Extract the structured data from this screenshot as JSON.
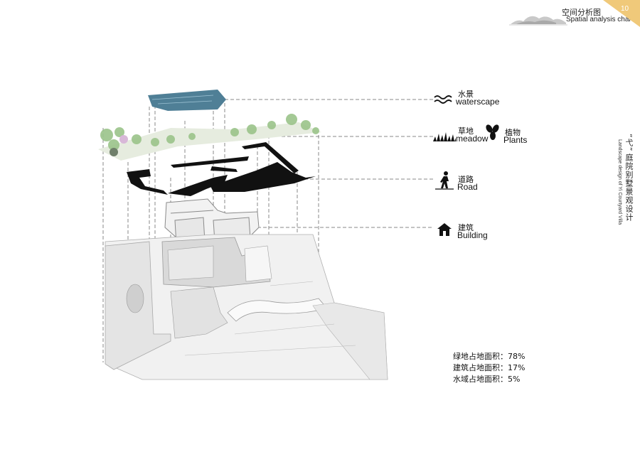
{
  "header": {
    "title_cn": "空间分析图",
    "title_en": "Spatial analysis chart",
    "page_number": "10"
  },
  "side_title": {
    "cn_prefix": "“弋”",
    "cn": "庭院别墅景观设计",
    "en": "Landscape design of Yi Courtyard Villa"
  },
  "legend": {
    "waterscape": {
      "cn": "水景",
      "en": "waterscape",
      "icon": "wave-icon"
    },
    "meadow": {
      "cn": "草地",
      "en": "meadow",
      "icon": "grass-icon"
    },
    "plants": {
      "cn": "植物",
      "en": "Plants",
      "icon": "leaf-icon"
    },
    "road": {
      "cn": "道路",
      "en": "Road",
      "icon": "walking-person-icon"
    },
    "building": {
      "cn": "建筑",
      "en": "Building",
      "icon": "house-icon"
    }
  },
  "stats": [
    {
      "label": "绿地占地面积：",
      "value": "78%"
    },
    {
      "label": "建筑占地面积：",
      "value": "17%"
    },
    {
      "label": "水域占地面积：",
      "value": "5%"
    }
  ],
  "colors": {
    "water": "#4f7f96",
    "tab": "#f0c97a",
    "road": "#111111",
    "building_line": "#8a8a8a",
    "plant": "#9bc48a"
  }
}
